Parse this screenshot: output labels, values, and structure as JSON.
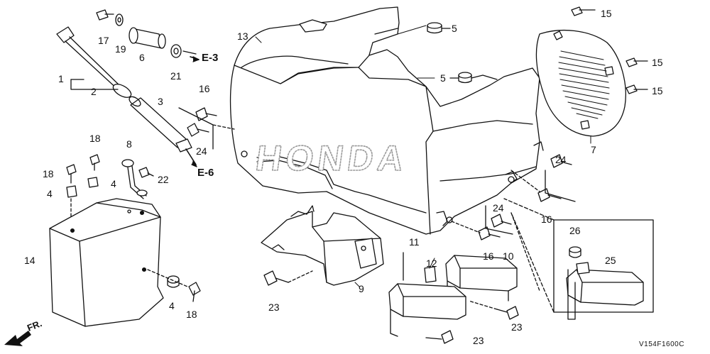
{
  "diagram": {
    "brand_text": "HONDA",
    "part_labels": {
      "p1": "1",
      "p2": "2",
      "p3": "3",
      "p4a": "4",
      "p4b": "4",
      "p4c": "4",
      "p5a": "5",
      "p5b": "5",
      "p6": "6",
      "p7": "7",
      "p8": "8",
      "p9": "9",
      "p10": "10",
      "p11": "11",
      "p12": "12",
      "p13": "13",
      "p14": "14",
      "p15a": "15",
      "p15b": "15",
      "p15c": "15",
      "p16a": "16",
      "p16b": "16",
      "p16c": "16",
      "p17": "17",
      "p18a": "18",
      "p18b": "18",
      "p18c": "18",
      "p19": "19",
      "p21": "21",
      "p22": "22",
      "p23a": "23",
      "p23b": "23",
      "p23c": "23",
      "p24a": "24",
      "p24b": "24",
      "p24c": "24",
      "p25": "25",
      "p26": "26"
    },
    "refs": {
      "e3": "E-3",
      "e6": "E-6"
    },
    "front_marker": "FR.",
    "drawing_code": "V154F1600C"
  },
  "colors": {
    "line": "#111111",
    "fill": "#ffffff",
    "brand_dots": "#9a9a9a"
  }
}
